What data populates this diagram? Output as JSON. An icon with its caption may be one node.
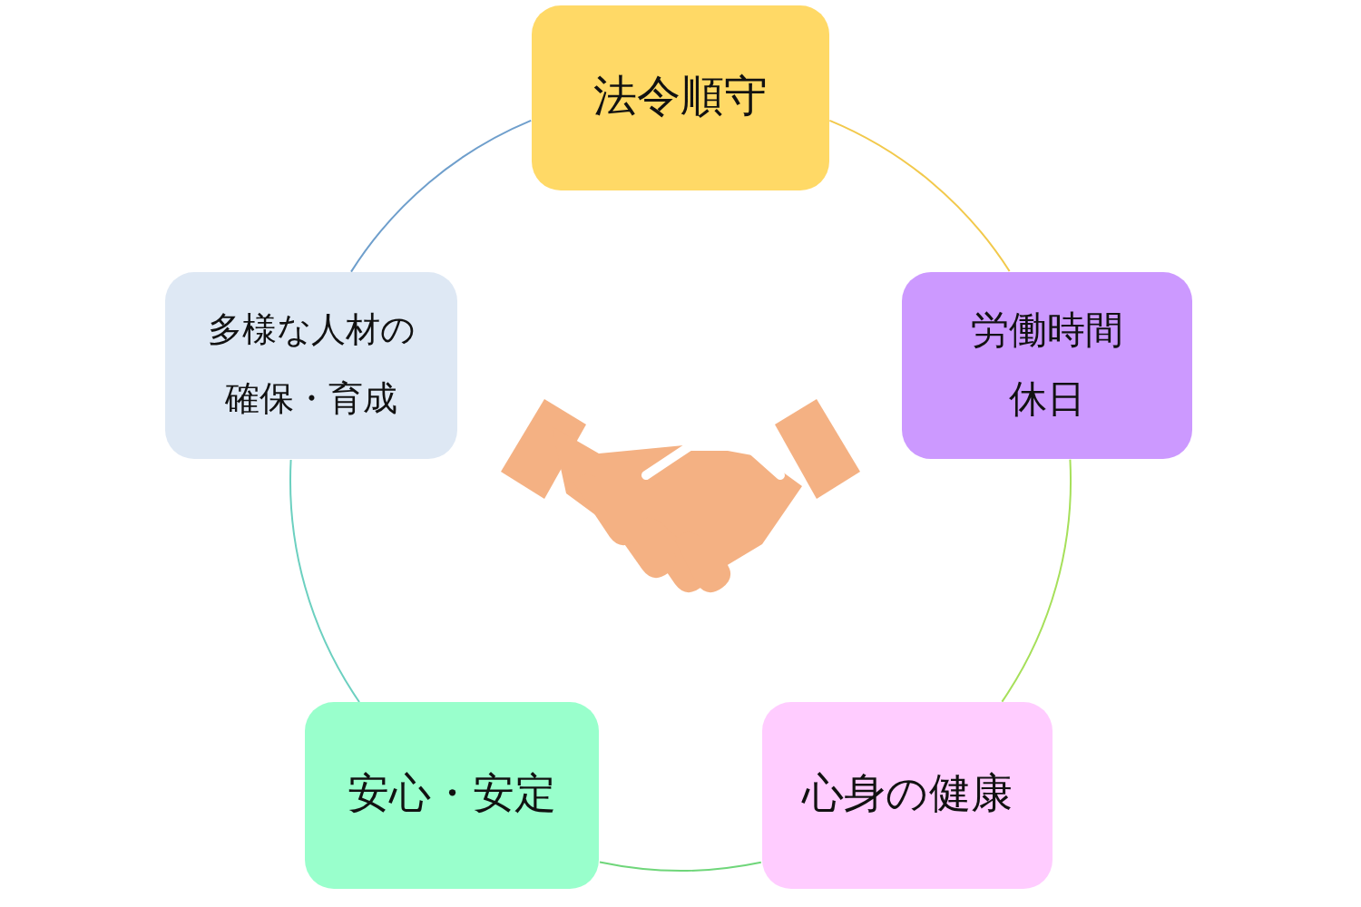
{
  "diagram": {
    "nodes": [
      {
        "text": [
          "法令順守"
        ]
      },
      {
        "text": [
          "多様な人材の確保・育成"
        ]
      },
      {
        "text": [
          "労働時間休日"
        ]
      },
      {
        "text": [
          "安心・安定"
        ]
      },
      {
        "text": [
          "心身の健康"
        ]
      }
    ],
    "edges": [
      {
        "from": 0,
        "to": 2,
        "arrow": "none",
        "color": "#f2c94c"
      },
      {
        "from": 2,
        "to": 4,
        "arrow": "none",
        "color": "#a6e05a"
      },
      {
        "from": 4,
        "to": 3,
        "arrow": "none",
        "color": "#6fd67a"
      },
      {
        "from": 3,
        "to": 1,
        "arrow": "none",
        "color": "#6cd0c0"
      },
      {
        "from": 1,
        "to": 0,
        "arrow": "none",
        "color": "#6f9fcc"
      }
    ]
  }
}
